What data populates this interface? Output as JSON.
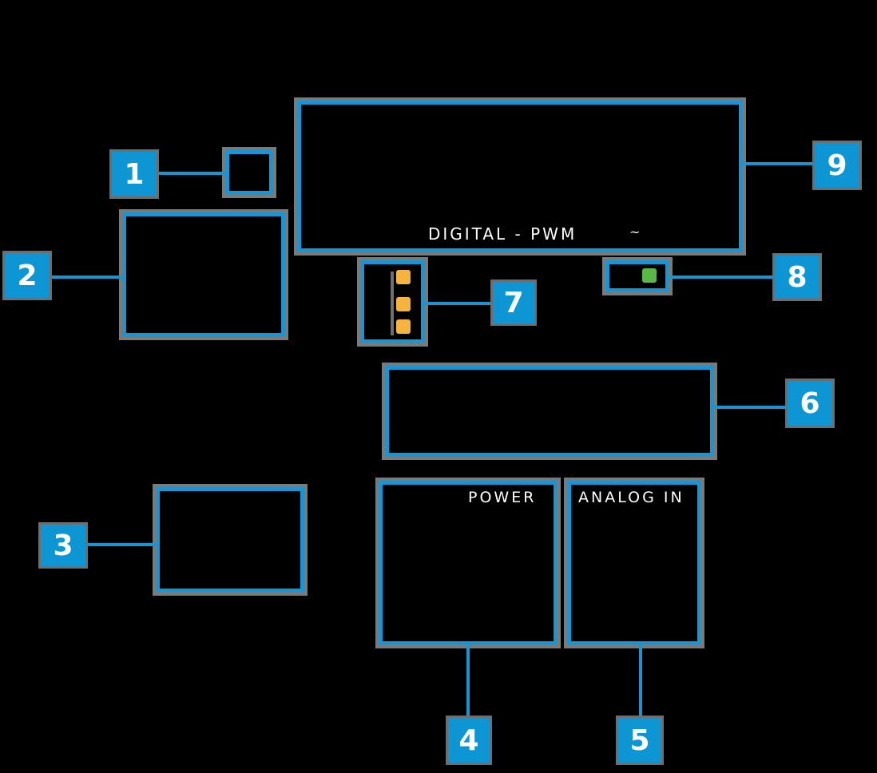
{
  "labels": {
    "digital_pwm": "DIGITAL - PWM",
    "pwm_tilde": "~",
    "power": "POWER",
    "analog_in": "ANALOG IN"
  },
  "badges": [
    "1",
    "2",
    "3",
    "4",
    "5",
    "6",
    "7",
    "8",
    "9"
  ],
  "colors": {
    "accent": "#1b95d2",
    "badge_fill": "#0d96d3",
    "outline_gray": "#7a7a7a",
    "led_orange": "#f6b33d",
    "led_green": "#5ab946",
    "background": "#000000"
  }
}
